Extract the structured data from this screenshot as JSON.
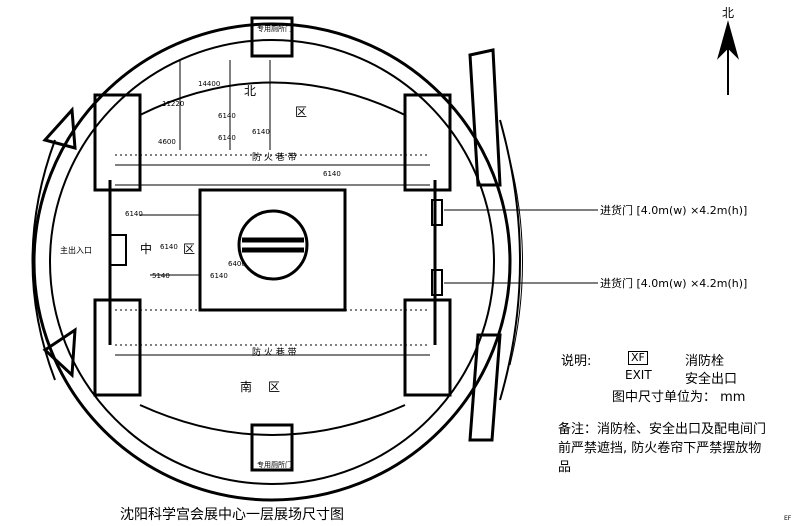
{
  "compass": {
    "label": "北"
  },
  "zones": {
    "north": [
      "北",
      "区"
    ],
    "middle": [
      "中",
      "区"
    ],
    "south": [
      "南",
      "区"
    ]
  },
  "corridor": {
    "north": "防 火 巷 带",
    "south": "防 火 巷 带"
  },
  "doors": {
    "west_entry": "主出入口",
    "top_room": "专用厕所门",
    "bottom_room": "专用厕所门",
    "cargo_upper": "进货门 [4.0m(w) ×4.2m(h)]",
    "cargo_lower": "进货门 [4.0m(w) ×4.2m(h)]"
  },
  "dimensions": [
    "11220",
    "14400",
    "6140",
    "4600",
    "6140",
    "6140",
    "6140",
    "6140",
    "6140",
    "6400",
    "5140",
    "6140"
  ],
  "legend": {
    "title": "说明:",
    "rows": [
      {
        "symbol": "XF",
        "text": "消防栓"
      },
      {
        "symbol": "EXIT",
        "text": "安全出口"
      }
    ],
    "unit": "图中尺寸单位为： mm",
    "note": "备注：消防栓、安全出口及配电间门前严禁遮挡, 防火卷帘下严禁摆放物品"
  },
  "title": "沈阳科学宫会展中心一层展场尺寸图",
  "corner_tag": "EF"
}
